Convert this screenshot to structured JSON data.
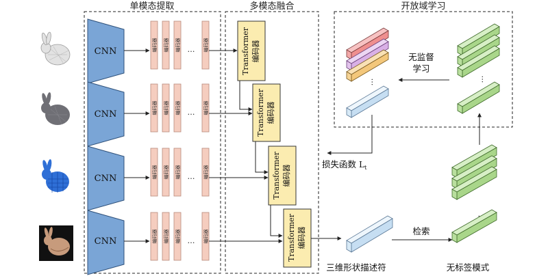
{
  "sections": {
    "single": "单模态提取",
    "fusion": "多模态融合",
    "open": "开放域学习"
  },
  "cnn_label": "CNN",
  "encoder_label": "编码器",
  "ellipsis": "…",
  "transformer": {
    "line1": "Transformer",
    "line2": "编码器"
  },
  "unsupervised": {
    "line1": "无监督",
    "line2": "学习"
  },
  "loss": {
    "text": "损失函数 L",
    "subscript": "t"
  },
  "descriptor_label": "三维形状描述符",
  "retrieval_label": "检索",
  "unlabeled_label": "无标签模式",
  "colors": {
    "cnn": "#7aa5d6",
    "encoder": "#f5cdbf",
    "encoder_border": "#b88a7c",
    "transformer": "#fbecb0",
    "transformer_border": "#333333",
    "green": "#b9df9e",
    "green_border": "#3f6b2a",
    "descriptor": "#d7e9f6",
    "red": "#ef8f8f",
    "purple": "#d9b0e6",
    "orange": "#f3c77b"
  },
  "icons": [
    "bunny-gray-wireframe-icon",
    "bunny-dark-gray-icon",
    "bunny-blue-icon",
    "bunny-brown-photo-icon"
  ]
}
